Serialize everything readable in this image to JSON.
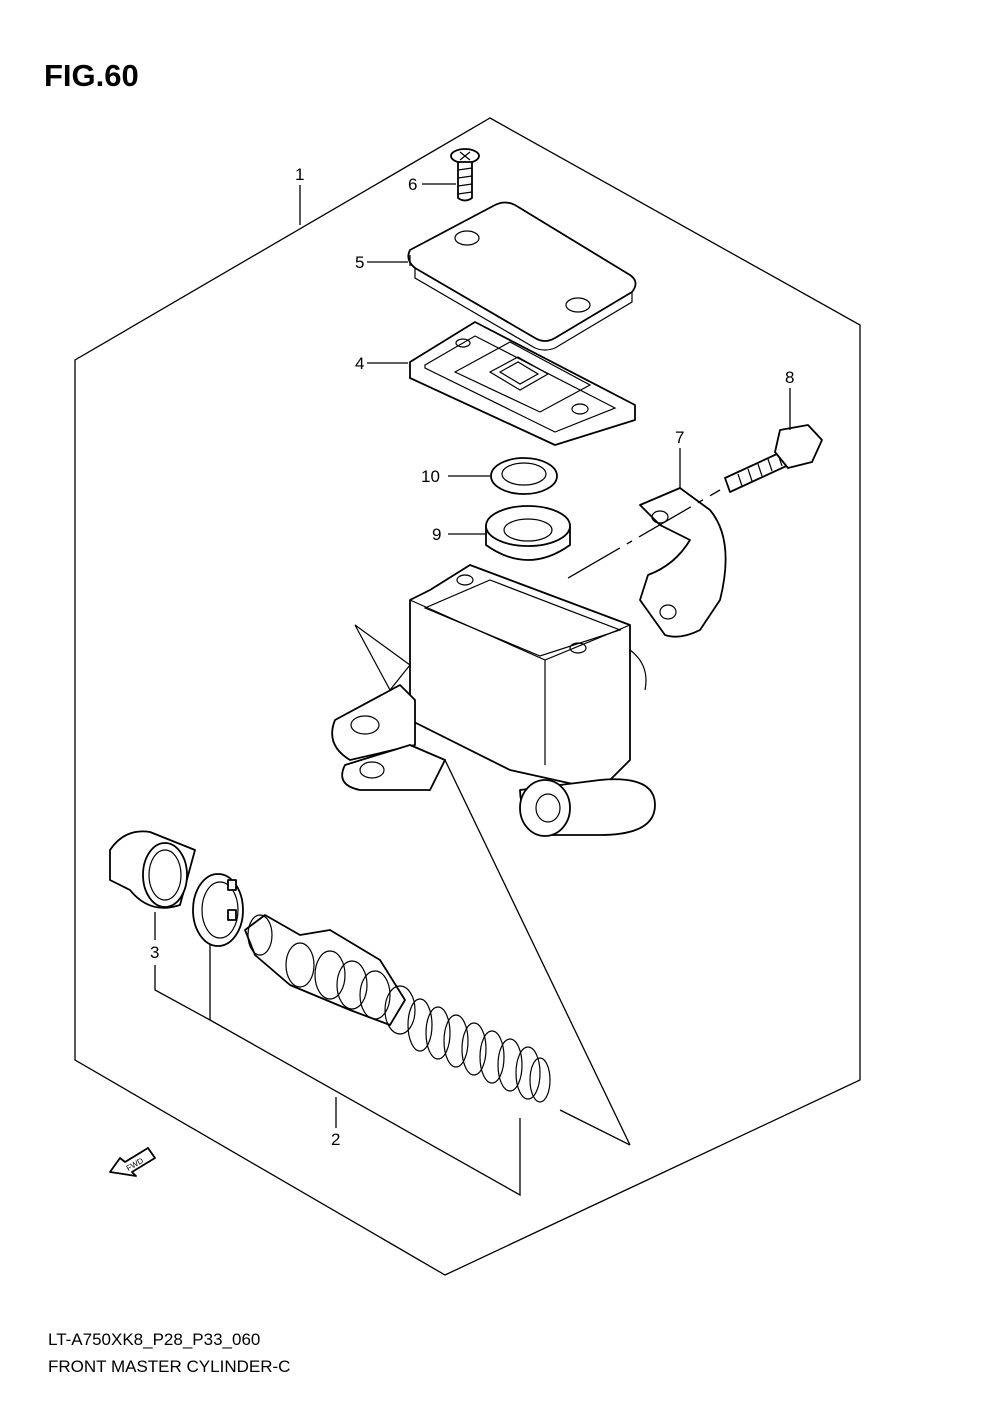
{
  "figure": {
    "title": "FIG.60",
    "model_code": "LT-A750XK8_P28_P33_060",
    "section_name": "FRONT MASTER CYLINDER-C",
    "fwd_label": "FWD"
  },
  "callouts": [
    {
      "id": "c1",
      "label": "1"
    },
    {
      "id": "c2",
      "label": "2"
    },
    {
      "id": "c3",
      "label": "3"
    },
    {
      "id": "c4",
      "label": "4"
    },
    {
      "id": "c5",
      "label": "5"
    },
    {
      "id": "c6",
      "label": "6"
    },
    {
      "id": "c7",
      "label": "7"
    },
    {
      "id": "c8",
      "label": "8"
    },
    {
      "id": "c9",
      "label": "9"
    },
    {
      "id": "c10",
      "label": "10"
    }
  ],
  "icons": [
    "fwd-arrow-icon"
  ]
}
